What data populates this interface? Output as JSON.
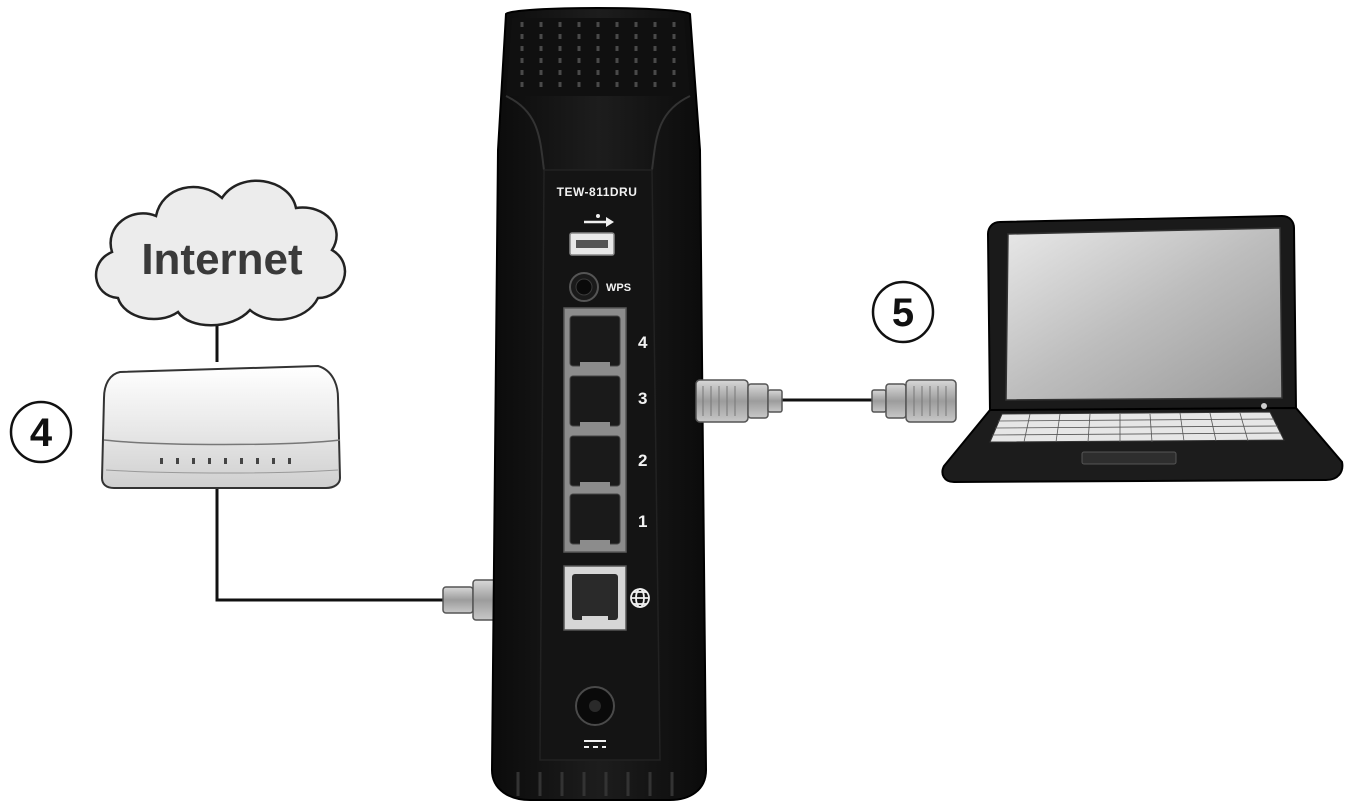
{
  "cloud": {
    "label": "Internet"
  },
  "router": {
    "model": "TEW-811DRU",
    "wps_label": "WPS",
    "lan_ports": [
      "4",
      "3",
      "2",
      "1"
    ]
  },
  "steps": {
    "modem_step": "4",
    "computer_step": "5"
  },
  "icons": [
    "cloud-icon",
    "modem-icon",
    "router-icon",
    "usb-icon",
    "globe-icon",
    "power-jack-icon",
    "dc-power-icon",
    "laptop-icon",
    "ethernet-plug-icon"
  ]
}
